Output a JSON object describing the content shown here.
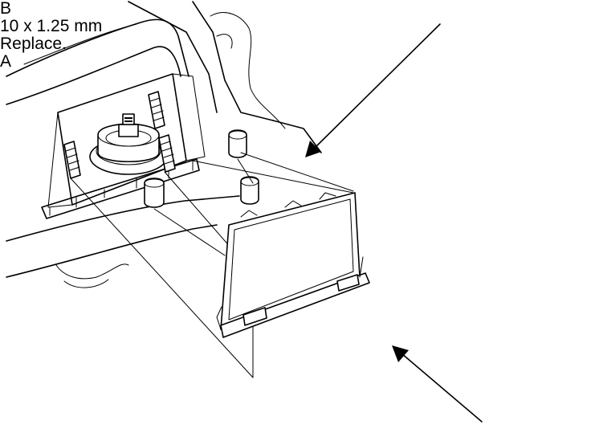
{
  "callouts": {
    "b": {
      "letter": "B",
      "spec": "10 x 1.25 mm",
      "note": "Replace."
    },
    "a": {
      "letter": "A"
    }
  }
}
